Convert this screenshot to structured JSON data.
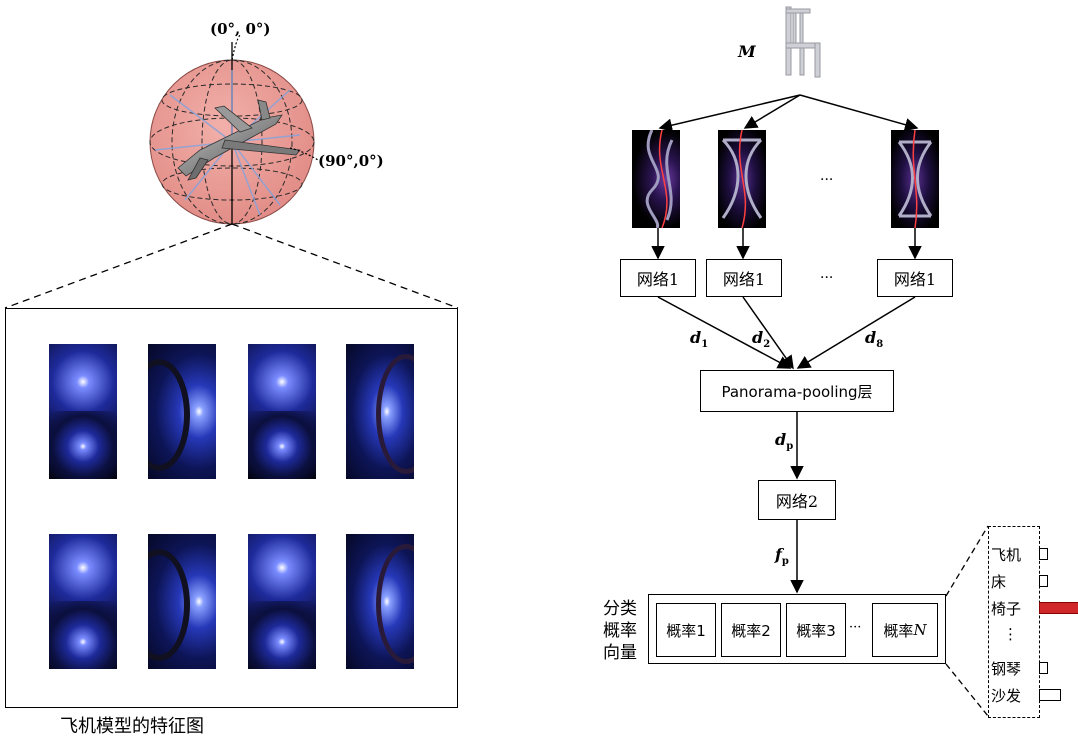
{
  "left": {
    "coord_top": "(0°, 0°)",
    "coord_right": "(90°,0°)",
    "caption": "飞机模型的特征图"
  },
  "right": {
    "model_label": "M",
    "dots": "···",
    "net1_label": "网络1",
    "desc_labels": [
      {
        "base": "d",
        "sub": "1"
      },
      {
        "base": "d",
        "sub": "2"
      },
      {
        "base": "d",
        "sub": "8"
      }
    ],
    "pool_label": "Panorama-pooling层",
    "dp": {
      "base": "d",
      "sub": "p"
    },
    "net2_label": "网络2",
    "fp": {
      "base": "f",
      "sub": "p"
    },
    "vector_label": [
      "分类",
      "概率",
      "向量"
    ],
    "probs": [
      "概率1",
      "概率2",
      "概率3",
      "概率"
    ],
    "prob_last_var": "N",
    "classes": [
      "飞机",
      "床",
      "椅子",
      "⋮",
      "钢琴",
      "沙发"
    ]
  }
}
